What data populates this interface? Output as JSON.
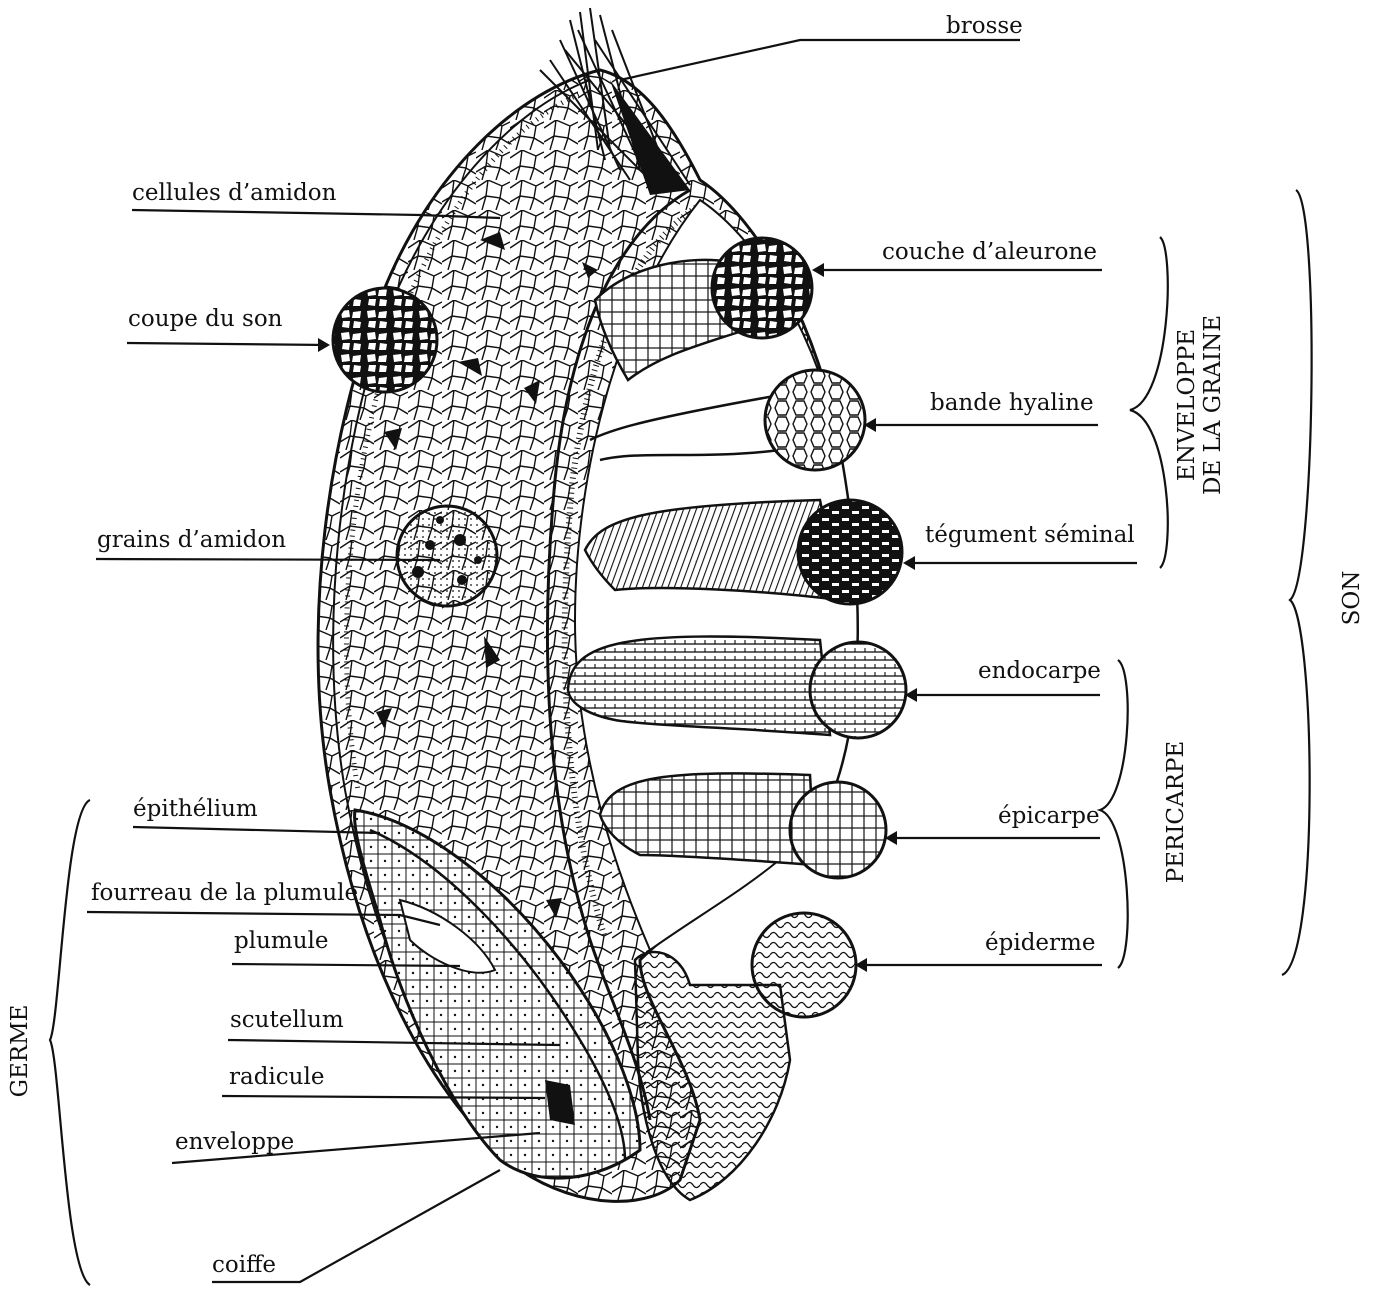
{
  "labels": {
    "brosse": "brosse",
    "cellules_amidon": "cellules d’amidon",
    "couche_aleurone": "couche d’aleurone",
    "coupe_son": "coupe du son",
    "bande_hyaline": "bande hyaline",
    "grains_amidon": "grains d’amidon",
    "tegument_seminal": "tégument séminal",
    "endocarpe": "endocarpe",
    "epithelium": "épithélium",
    "epicarpe": "épicarpe",
    "fourreau_plumule": "fourreau de la plumule",
    "plumule": "plumule",
    "epiderme": "épiderme",
    "scutellum": "scutellum",
    "radicule": "radicule",
    "enveloppe": "enveloppe",
    "coiffe": "coiffe"
  },
  "groups": {
    "enveloppe_graine_line1": "ENVELOPPE",
    "enveloppe_graine_line2": "DE LA GRAINE",
    "pericarpe": "PERICARPE",
    "son": "SON",
    "germe": "GERME"
  }
}
